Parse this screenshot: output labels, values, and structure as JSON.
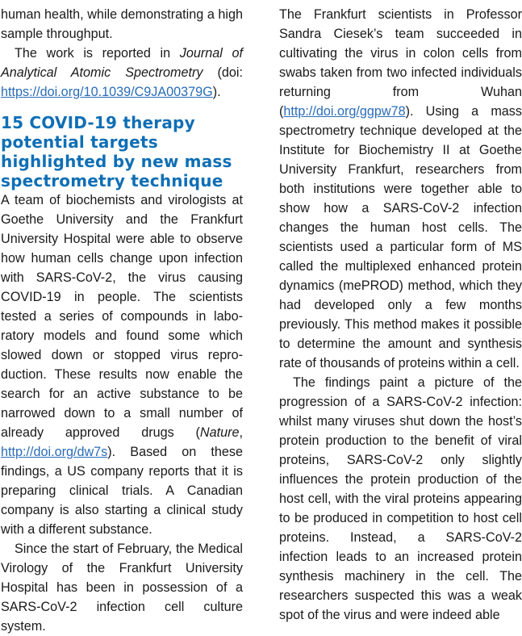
{
  "left": {
    "p1_continued": "human health, while demonstrating a high sample throughput.",
    "p2": {
      "text_a": "The work is reported in ",
      "journal": "Journal of Analytical Atomic Spectrometry",
      "text_b": " (doi: ",
      "doi_link": "https://doi.org/10.1039/C9JA00379G",
      "text_c": ")."
    },
    "headline": "15 COVID-19 therapy potential targets highlighted by new mass spectrometry technique",
    "p3": {
      "text_a": "A team of biochemists and virologists at Goethe University and the Frankfurt University Hospital were able to observe how human cells change upon infec­tion with SARS-CoV-2, the virus caus­ing COVID-19 in people. The scientists tested a series of compounds in labo­ratory models and found some which slowed down or stopped virus repro­duction. These results now enable the search for an active substance to be narrowed down to a small number of already approved drugs (",
      "journal": "Nature",
      "text_b": ", ",
      "link": "http://doi.org/dw7s",
      "text_c": "). Based on these findings, a US company reports that it is prepar­ing clinical trials. A Canadian company is also starting a clinical study with a differ­ent substance."
    },
    "p4": "Since the start of February, the Medical Virology of the Frankfurt University Hospital has been in possession of a SARS-CoV-2 infection cell culture system."
  },
  "right": {
    "p1": {
      "text_a": "The Frankfurt scientists in Professor Sandra Ciesek’s team succeeded in cultivating the virus in colon cells from swabs taken from two infected individ­uals returning from Wuhan (",
      "link": "http://doi.org/ggpw78",
      "text_b": "). Using a mass spectrom­etry technique developed at the Institute for Biochemistry II at Goethe University Frankfurt, researchers from both institu­tions were together able to show how a SARS-CoV-2 infection changes the human host cells. The scientists used a particular form of MS called the multi­plexed enhanced protein dynamics (mePROD) method, which they had developed only a few months previously. This method makes it possible to deter­mine the amount and synthesis rate of thousands of proteins within a cell."
    },
    "p2": "The findings paint a picture of the progression of a SARS-CoV-2 infection: whilst many viruses shut down the host’s protein production to the benefit of viral proteins, SARS-CoV-2 only slightly influences the protein production of the host cell, with the viral proteins appear­ing to be produced in competition to host cell proteins. Instead, a SARS-CoV-2 infection leads to an increased protein synthesis machinery in the cell. The researchers suspected this was a weak spot of the virus and were indeed able"
  },
  "colors": {
    "headline": "#0f6fb5",
    "link": "#2a6db8",
    "text": "#1a1a1a"
  }
}
